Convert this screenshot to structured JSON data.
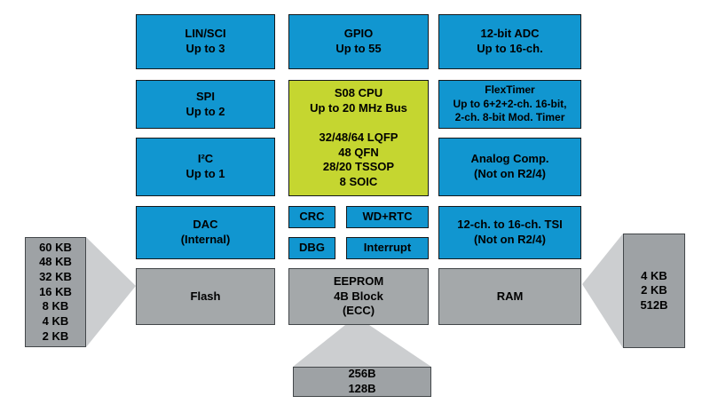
{
  "diagram": {
    "blocks": {
      "lin_sci": "LIN/SCI\nUp to 3",
      "gpio": "GPIO\nUp to 55",
      "adc": "12-bit ADC\nUp to 16-ch.",
      "spi": "SPI\nUp to 2",
      "cpu": "S08 CPU\nUp to 20 MHz Bus\n\n32/48/64 LQFP\n48 QFN\n28/20 TSSOP\n8 SOIC",
      "flextimer": "FlexTimer\nUp to 6+2+2-ch. 16-bit,\n2-ch. 8-bit Mod. Timer",
      "i2c": "I²C\nUp to 1",
      "analog_comp": "Analog Comp.\n(Not on R2/4)",
      "dac": "DAC\n(Internal)",
      "crc": "CRC",
      "wd_rtc": "WD+RTC",
      "dbg": "DBG",
      "interrupt": "Interrupt",
      "tsi": "12-ch. to 16-ch. TSI\n(Not on R2/4)",
      "flash": "Flash",
      "eeprom": "EEPROM\n4B Block\n(ECC)",
      "ram": "RAM"
    },
    "callouts": {
      "flash_sizes": "60 KB\n48 KB\n32 KB\n16 KB\n8 KB\n4 KB\n2 KB",
      "ram_sizes": "4 KB\n2 KB\n512B",
      "eeprom_sizes": "256B\n128B"
    }
  },
  "colors": {
    "peripheral_blue": "#1196d0",
    "cpu_green": "#c5d630",
    "memory_gray": "#a4a8aa",
    "callout_gray": "#9ea2a5",
    "funnel_gray": "#ccced0",
    "background": "#ffffff",
    "text": "#000000"
  }
}
